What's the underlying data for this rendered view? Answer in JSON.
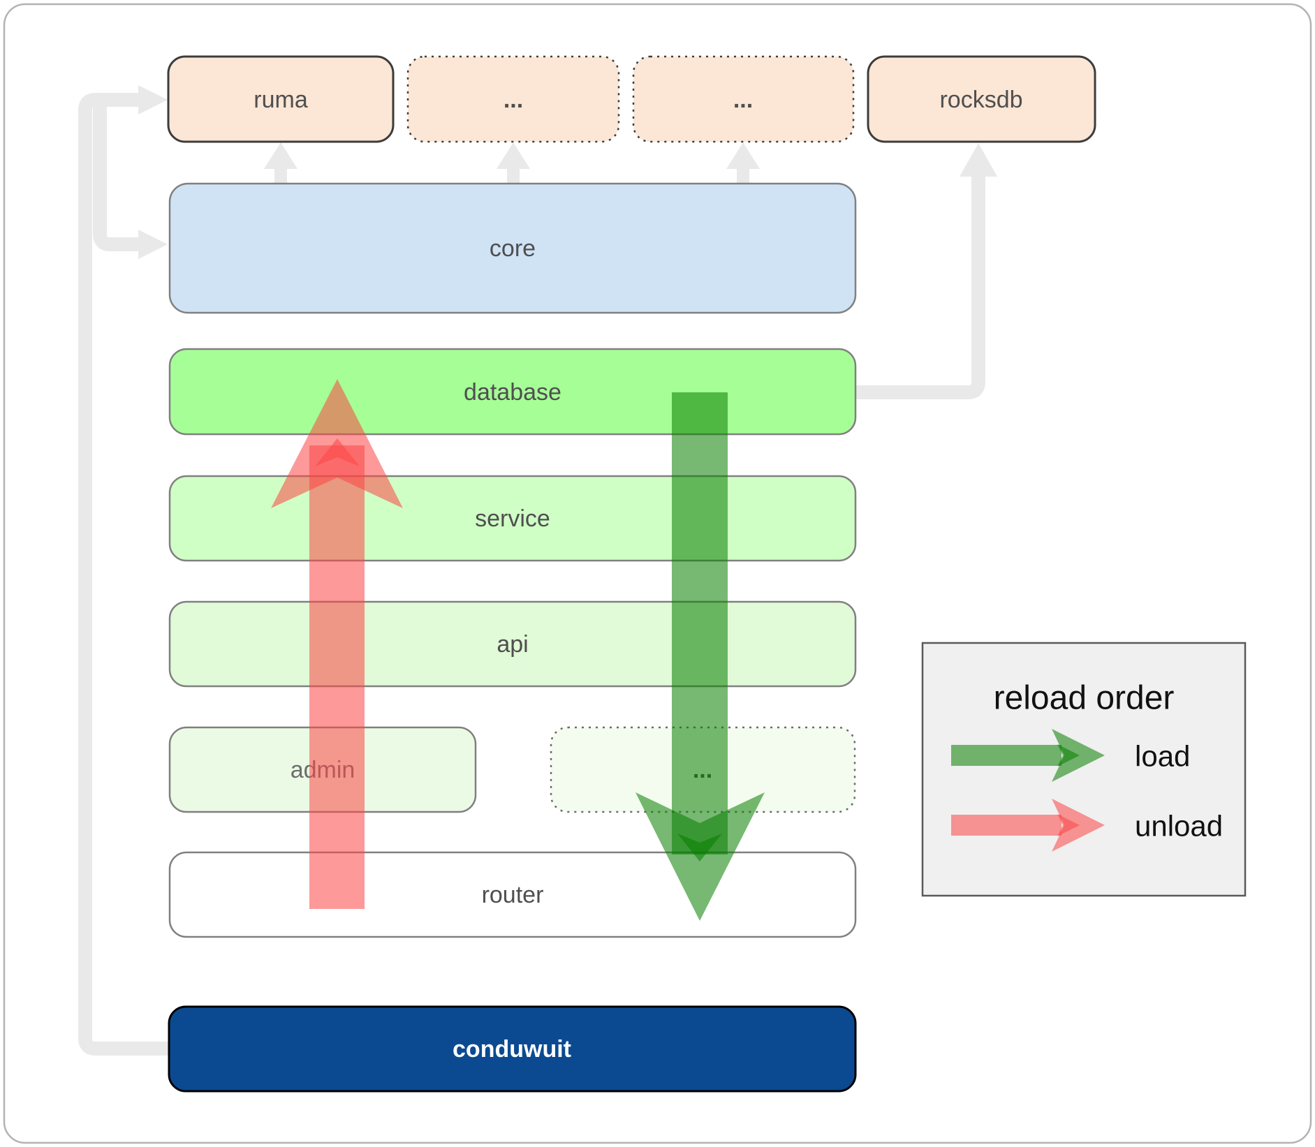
{
  "frame": {
    "background": "#ffffff",
    "border_color": "#b3b3b3"
  },
  "nodes": {
    "ruma": {
      "label": "ruma",
      "fill": "#fce6d5",
      "border": "#3c3c3c"
    },
    "ellipsis_top_1": {
      "label": "...",
      "fill": "#fce6d5",
      "border": "#3c3c3c"
    },
    "ellipsis_top_2": {
      "label": "...",
      "fill": "#fce6d5",
      "border": "#3c3c3c"
    },
    "rocksdb": {
      "label": "rocksdb",
      "fill": "#fce6d5",
      "border": "#3c3c3c"
    },
    "core": {
      "label": "core",
      "fill": "#cfe3f5",
      "border": "#808080"
    },
    "database": {
      "label": "database",
      "fill": "#a6ff96",
      "border": "#808080"
    },
    "service": {
      "label": "service",
      "fill": "#d0ffc6",
      "border": "#808080"
    },
    "api": {
      "label": "api",
      "fill": "#e1fad7",
      "border": "#808080"
    },
    "admin": {
      "label": "admin",
      "fill": "#ebfae5",
      "border": "#808080",
      "text_color": "#6e6e6e"
    },
    "ellipsis_admin": {
      "label": "...",
      "fill": "#f3fcef",
      "border": "#6b6b6b"
    },
    "router": {
      "label": "router",
      "fill": "#ffffff",
      "border": "#808080"
    },
    "conduwuit": {
      "label": "conduwuit",
      "fill": "#0b4a91",
      "border": "#000000",
      "text_color": "#ffffff"
    }
  },
  "arrows": {
    "load_color": "#077d00",
    "unload_color": "#fc4646",
    "opacity": "0.55",
    "connector_color": "#e9e9e9"
  },
  "legend": {
    "title": "reload order",
    "background": "#f0f0f0",
    "border": "#595959",
    "items": [
      {
        "label": "load"
      },
      {
        "label": "unload"
      }
    ]
  },
  "text_color": "#4f4f4f"
}
